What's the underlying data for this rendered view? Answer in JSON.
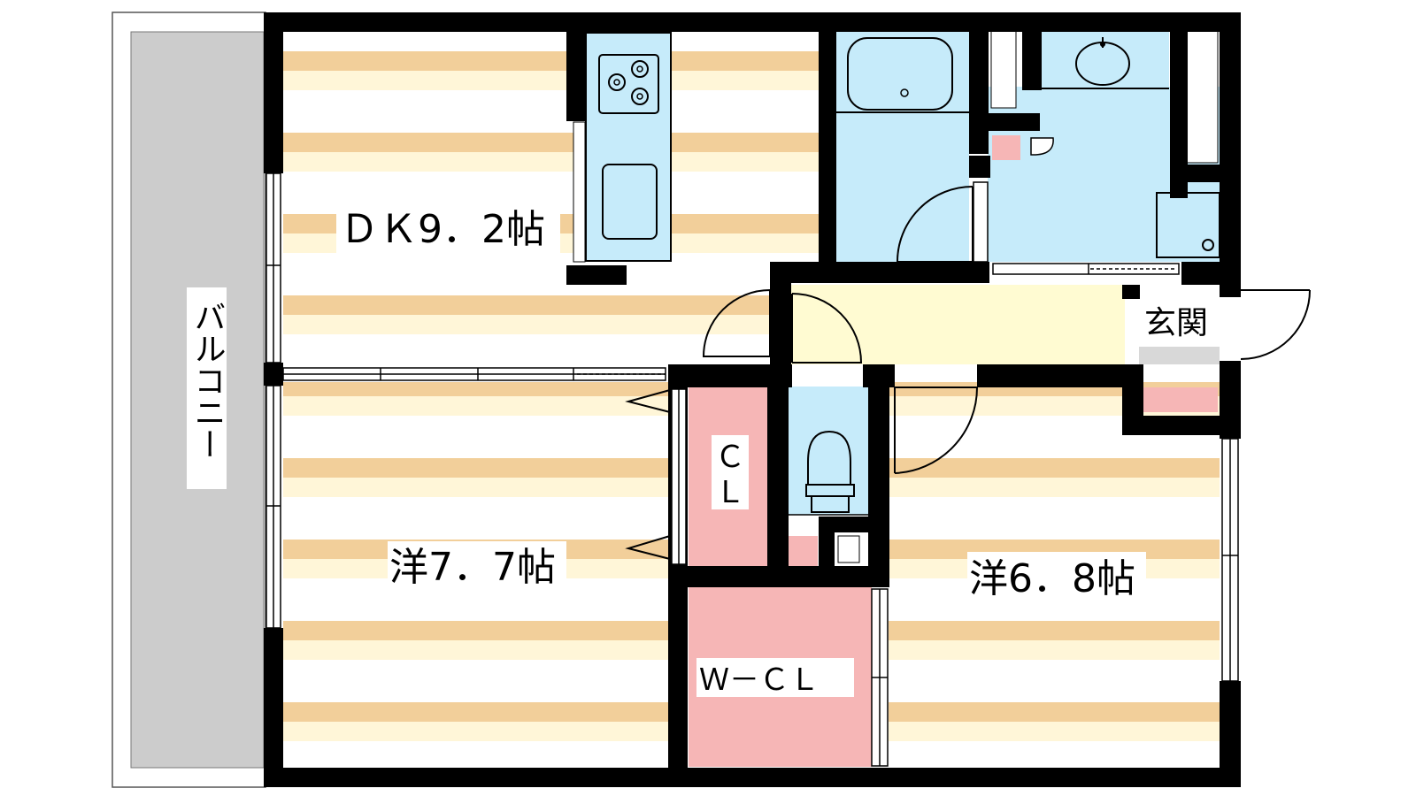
{
  "rooms": {
    "dk": "ＤＫ9．2帖",
    "western1": "洋7．7帖",
    "western2": "洋6．8帖",
    "closet_line1": "Ｃ",
    "closet_line2": "Ｌ",
    "walk_in_closet": "Ｗ－ＣＬ",
    "entrance": "玄関",
    "balcony": "バルコニー"
  },
  "colors": {
    "wall": "#000000",
    "floor_stripe": "#f2cf9a",
    "floor_light": "#fff6d8",
    "floor_base": "#ffffff",
    "wet_area": "#c6ebfa",
    "closet": "#f6b6b6",
    "hall": "#fffbd2",
    "balcony": "#cccccc",
    "step": "#d8d8d8"
  },
  "icons": [
    "stove-icon",
    "sink-icon",
    "bathtub-icon",
    "washbasin-icon",
    "toilet-icon",
    "washing-machine-icon",
    "door-swing-icon",
    "window-icon"
  ]
}
